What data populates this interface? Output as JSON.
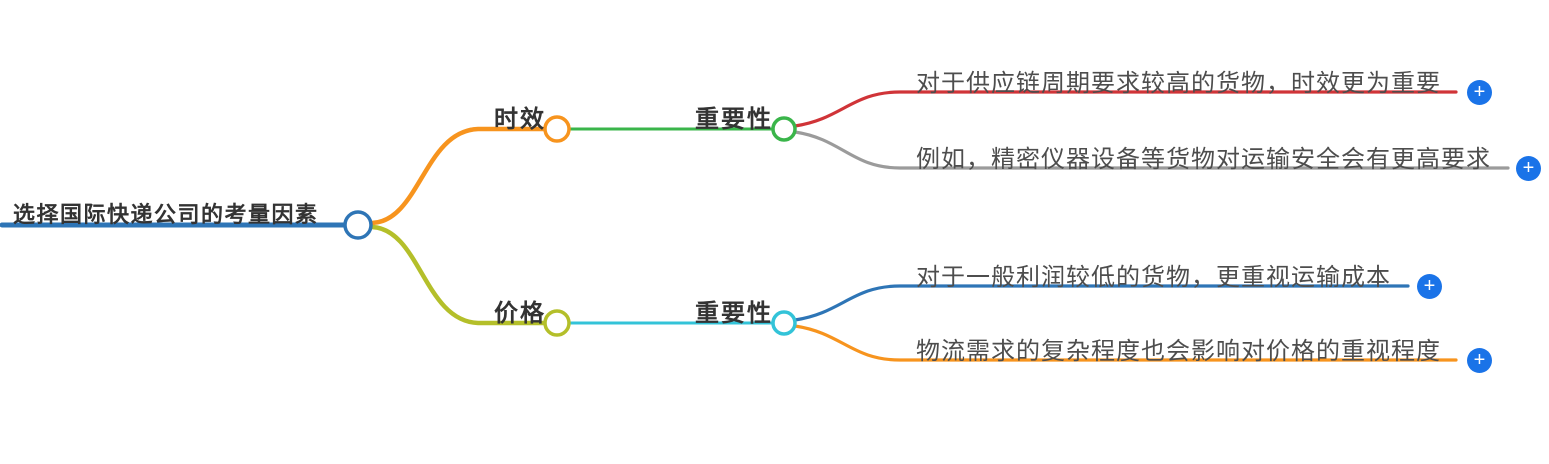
{
  "root": {
    "label": "选择国际快递公司的考量因素",
    "color": "#2e75b6"
  },
  "branches": [
    {
      "label": "时效",
      "color": "#f7941e",
      "child": {
        "label": "重要性",
        "color": "#3ab54a",
        "leaves": [
          {
            "text": "对于供应链周期要求较高的货物，时效更为重要",
            "color": "#d03438"
          },
          {
            "text": "例如，精密仪器设备等货物对运输安全会有更高要求",
            "color": "#9b9b9b"
          }
        ]
      }
    },
    {
      "label": "价格",
      "color": "#b4bf2a",
      "child": {
        "label": "重要性",
        "color": "#33c3d8",
        "leaves": [
          {
            "text": "对于一般利润较低的货物，更重视运输成本",
            "color": "#2e75b6"
          },
          {
            "text": "物流需求的复杂程度也会影响对价格的重视程度",
            "color": "#f7941e"
          }
        ]
      }
    }
  ],
  "add_button": {
    "icon": "plus-icon",
    "label": "+",
    "color": "#1a73e8"
  }
}
